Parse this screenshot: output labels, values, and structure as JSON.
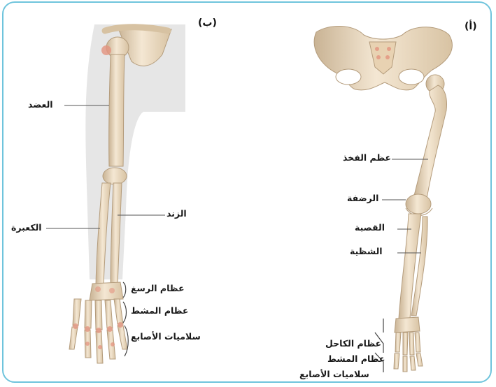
{
  "panels": {
    "arm": {
      "tag": "(ب)",
      "labels": {
        "humerus": "العضد",
        "ulna": "الزند",
        "radius": "الكعبرة",
        "carpals": "عظام الرسغ",
        "metacarpals": "عظام المشط",
        "phalanges": "سلاميات الأصابع"
      }
    },
    "leg": {
      "tag": "(أ)",
      "labels": {
        "femur": "عظم الفخذ",
        "patella": "الرضفة",
        "tibia": "القصبة",
        "fibula": "الشظية",
        "tarsals": "عظام الكاحل",
        "metatarsals": "عظام المشط",
        "phalanges": "سلاميات الأصابع"
      }
    }
  },
  "colors": {
    "frame": "#6fc4dc",
    "bone": "#ecdcc4",
    "bone_edge": "#b49c7c",
    "joint": "#e49480",
    "body_shadow": "#e3e3e3"
  }
}
